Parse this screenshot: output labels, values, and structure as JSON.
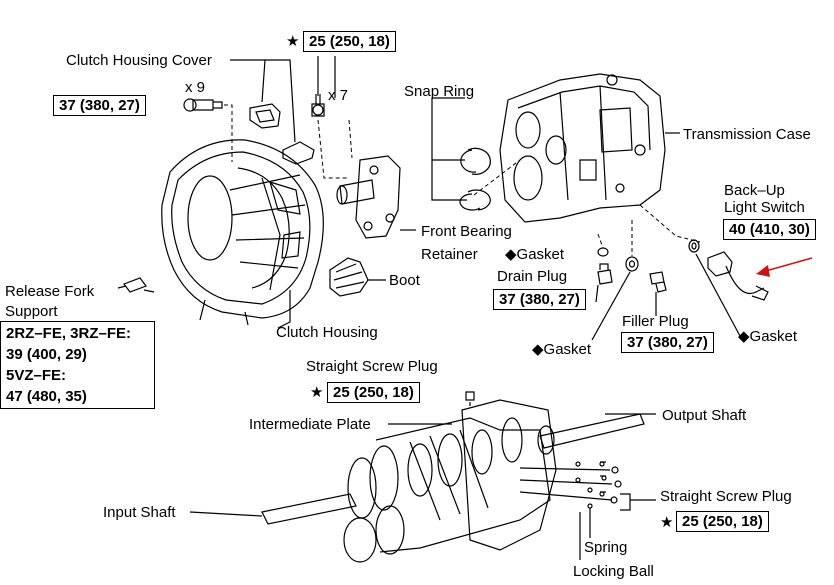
{
  "labels": {
    "clutch_housing_cover": "Clutch Housing Cover",
    "x9": "x 9",
    "x7": "x 7",
    "snap_ring": "Snap Ring",
    "transmission_case": "Transmission Case",
    "back_up_1": "Back–Up",
    "back_up_2": "Light Switch",
    "front_bearing_1": "Front Bearing",
    "front_bearing_2": "Retainer",
    "gasket_a": "◆Gasket",
    "drain_plug": "Drain Plug",
    "boot": "Boot",
    "release_fork_1": "Release Fork",
    "release_fork_2": "Support",
    "clutch_housing": "Clutch Housing",
    "filler_plug": "Filler Plug",
    "gasket_b": "◆Gasket",
    "gasket_c": "◆Gasket",
    "straight_screw_plug_top": "Straight Screw Plug",
    "intermediate_plate": "Intermediate Plate",
    "output_shaft": "Output Shaft",
    "input_shaft": "Input Shaft",
    "straight_screw_plug_right": "Straight Screw Plug",
    "spring": "Spring",
    "locking_ball": "Locking Ball"
  },
  "torques": {
    "bolt_x9": "37 (380, 27)",
    "bolt_x7": "25 (250, 18)",
    "back_up_switch": "40 (410, 30)",
    "drain_plug": "37 (380, 27)",
    "filler_plug": "37 (380, 27)",
    "screw_plug_top": "25 (250, 18)",
    "screw_plug_right": "25 (250, 18)"
  },
  "stars": {
    "x7": "★",
    "screw_plug_top": "★",
    "screw_plug_right": "★"
  },
  "release_fork_spec": {
    "line1": "2RZ–FE, 3RZ–FE:",
    "line2": "39 (400, 29)",
    "line3": "5VZ–FE:",
    "line4": "47 (480, 35)"
  },
  "colors": {
    "line": "#000000",
    "arrow": "#cc1111"
  }
}
